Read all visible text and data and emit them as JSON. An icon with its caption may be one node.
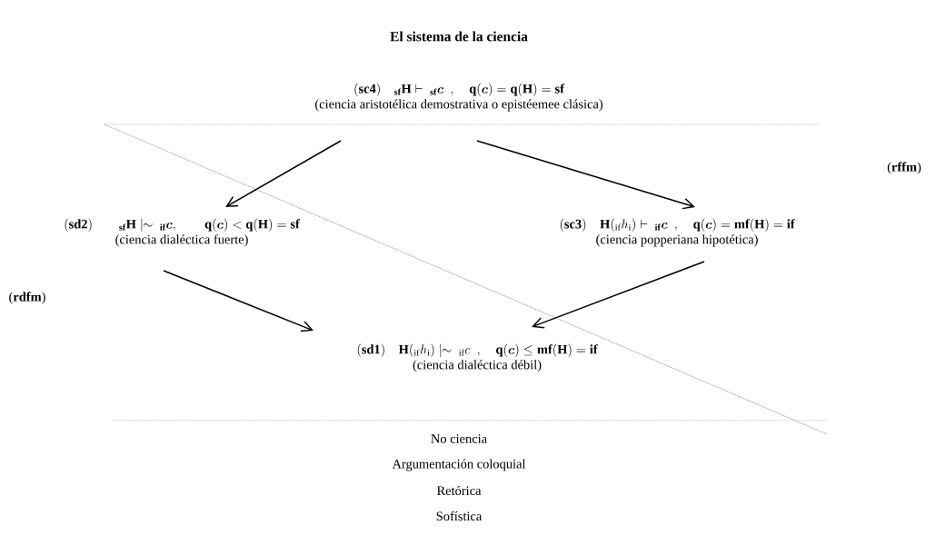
{
  "diagram": {
    "title": "El sistema de la ciencia",
    "nodes": [
      {
        "text": [
          "\\mathbf{(sc4)}\\quad {}_{\\mathbf{sf}}\\mathbf{H}\\vdash\\ {}_{\\mathbf{sf}}\\boldsymbol{c}\\ \\ ,\\quad \\mathbf{q}(\\boldsymbol{c})=\\mathbf{q}(\\mathbf{H})=\\mathbf{sf}",
          "(ciencia aristotélica demostrativa o epistéemee clásica)"
        ]
      },
      {
        "text": [
          "\\mathbf{(sd2)}\\qquad {}_{\\mathbf{sf}}\\mathbf{H}\\mathrel{|\\!\\!\\sim}\\ {}_{\\mathbf{if}}\\boldsymbol{c},\\qquad \\mathbf{q}(\\boldsymbol{c})<\\mathbf{q}(\\mathbf{H})=\\mathbf{sf}",
          "(ciencia dialéctica fuerte)"
        ]
      },
      {
        "text": [
          "\\mathbf{(sc3)}\\quad \\mathbf{H}({}_{\\mathrm{if}}h_{\\mathrm{i}})\\vdash\\ {}_{\\mathbf{if}}\\boldsymbol{c}\\ \\ ,\\quad \\mathbf{q}(\\boldsymbol{c})=\\mathbf{mf}(\\mathbf{H})=\\mathbf{if}",
          "(ciencia popperiana hipotética)"
        ]
      },
      {
        "text": [
          "\\mathbf{(sd1)}\\quad \\mathbf{H}({}_{\\mathrm{if}}h_{\\mathrm{i}})\\mathrel{|\\!\\!\\sim}\\ {}_{\\mathrm{if}}c\\ \\ ,\\quad \\mathbf{q}(\\boldsymbol{c})\\leq\\mathbf{mf}(\\mathbf{H})=\\mathbf{if}",
          "(ciencia dialéctica débil)"
        ]
      }
    ],
    "edges": [
      {
        "from": 0,
        "to": 1,
        "arrow": "to"
      },
      {
        "from": 0,
        "to": 2,
        "arrow": "to"
      },
      {
        "from": 1,
        "to": 3,
        "arrow": "to"
      },
      {
        "from": 2,
        "to": 3,
        "arrow": "to"
      }
    ],
    "labels": [
      "(**rffm**)",
      "(**rdfm**)",
      "No ciencia",
      "Argumentación coloquial",
      "Retórica",
      "Sofística"
    ]
  }
}
